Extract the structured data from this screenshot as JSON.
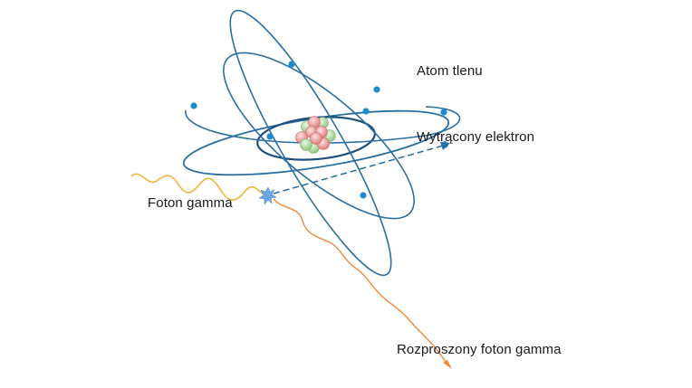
{
  "labels": {
    "atom": "Atom tlenu",
    "ejected_electron": "Wytrącony elektron",
    "gamma_photon": "Foton gamma",
    "scattered_photon": "Rozproszony foton gamma"
  },
  "colors": {
    "orbit": "#2a6fa0",
    "orbit_dark": "#1d4f78",
    "electron": "#1a8ccf",
    "proton": "#e98a8a",
    "neutron": "#9fd08f",
    "gamma_incoming": "#f0b43a",
    "gamma_scattered": "#f08a3c",
    "collision": "#6aa6e0",
    "text": "#1a1a1a"
  },
  "icons": {
    "collision": "starburst-icon"
  }
}
